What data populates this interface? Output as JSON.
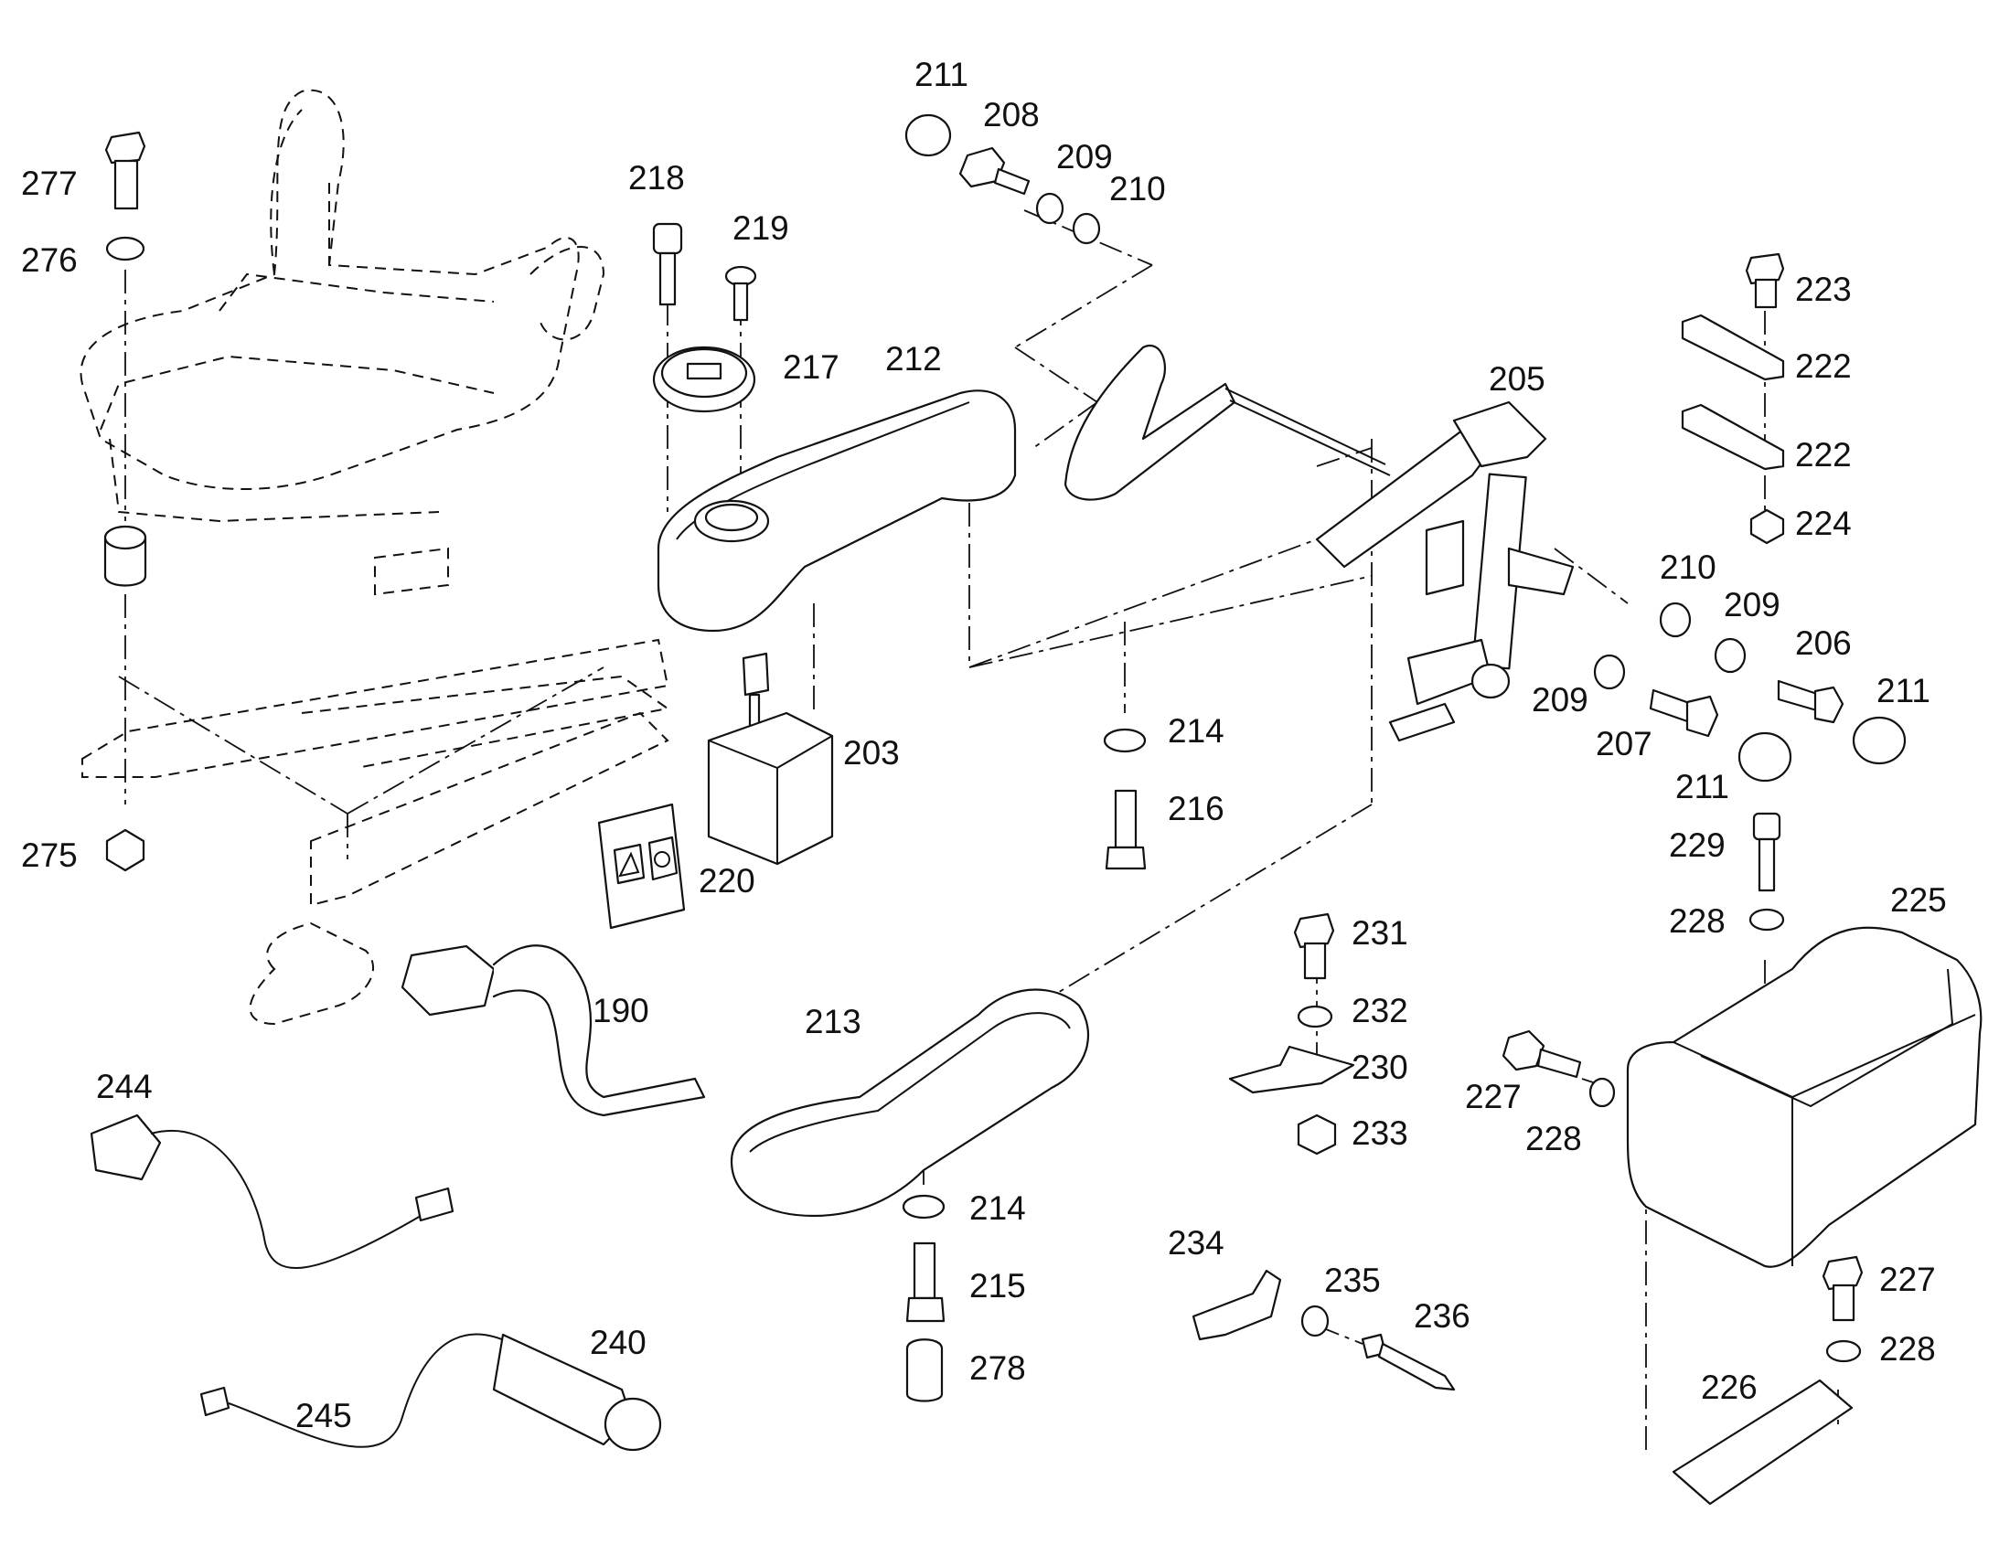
{
  "callouts": [
    {
      "id": "277",
      "text": "277"
    },
    {
      "id": "276",
      "text": "276"
    },
    {
      "id": "275",
      "text": "275"
    },
    {
      "id": "218",
      "text": "218"
    },
    {
      "id": "219",
      "text": "219"
    },
    {
      "id": "217",
      "text": "217"
    },
    {
      "id": "211a",
      "text": "211"
    },
    {
      "id": "208",
      "text": "208"
    },
    {
      "id": "209a",
      "text": "209"
    },
    {
      "id": "210a",
      "text": "210"
    },
    {
      "id": "212",
      "text": "212"
    },
    {
      "id": "205",
      "text": "205"
    },
    {
      "id": "223",
      "text": "223"
    },
    {
      "id": "222a",
      "text": "222"
    },
    {
      "id": "222b",
      "text": "222"
    },
    {
      "id": "224",
      "text": "224"
    },
    {
      "id": "210b",
      "text": "210"
    },
    {
      "id": "209b",
      "text": "209"
    },
    {
      "id": "206",
      "text": "206"
    },
    {
      "id": "211b",
      "text": "211"
    },
    {
      "id": "209c",
      "text": "209"
    },
    {
      "id": "207",
      "text": "207"
    },
    {
      "id": "211c",
      "text": "211"
    },
    {
      "id": "203",
      "text": "203"
    },
    {
      "id": "214a",
      "text": "214"
    },
    {
      "id": "216",
      "text": "216"
    },
    {
      "id": "220",
      "text": "220"
    },
    {
      "id": "229",
      "text": "229"
    },
    {
      "id": "225",
      "text": "225"
    },
    {
      "id": "228a",
      "text": "228"
    },
    {
      "id": "231",
      "text": "231"
    },
    {
      "id": "232",
      "text": "232"
    },
    {
      "id": "230",
      "text": "230"
    },
    {
      "id": "233",
      "text": "233"
    },
    {
      "id": "227a",
      "text": "227"
    },
    {
      "id": "228b",
      "text": "228"
    },
    {
      "id": "190",
      "text": "190"
    },
    {
      "id": "213",
      "text": "213"
    },
    {
      "id": "244",
      "text": "244"
    },
    {
      "id": "214b",
      "text": "214"
    },
    {
      "id": "215",
      "text": "215"
    },
    {
      "id": "278",
      "text": "278"
    },
    {
      "id": "234",
      "text": "234"
    },
    {
      "id": "235",
      "text": "235"
    },
    {
      "id": "236",
      "text": "236"
    },
    {
      "id": "240",
      "text": "240"
    },
    {
      "id": "245",
      "text": "245"
    },
    {
      "id": "227b",
      "text": "227"
    },
    {
      "id": "228c",
      "text": "228"
    },
    {
      "id": "226",
      "text": "226"
    }
  ]
}
